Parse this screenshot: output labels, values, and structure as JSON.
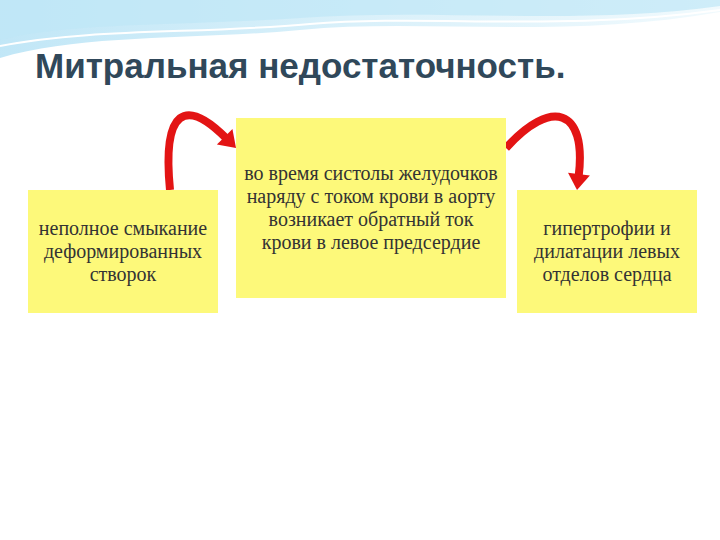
{
  "diagram": {
    "title": "Митральная недостаточность.",
    "nodes": [
      {
        "text": [
          "неполное смыкание деформированных створок"
        ]
      },
      {
        "text": [
          "во время систолы желудочков наряду с током крови в аорту возникает обратный ток крови в левое предсердие"
        ]
      },
      {
        "text": [
          "гипертрофии и дилатации левых отделов сердца"
        ]
      }
    ],
    "edges": [
      {
        "from": 0,
        "to": 1,
        "arrow": "to"
      },
      {
        "from": 1,
        "to": 2,
        "arrow": "to"
      }
    ]
  }
}
